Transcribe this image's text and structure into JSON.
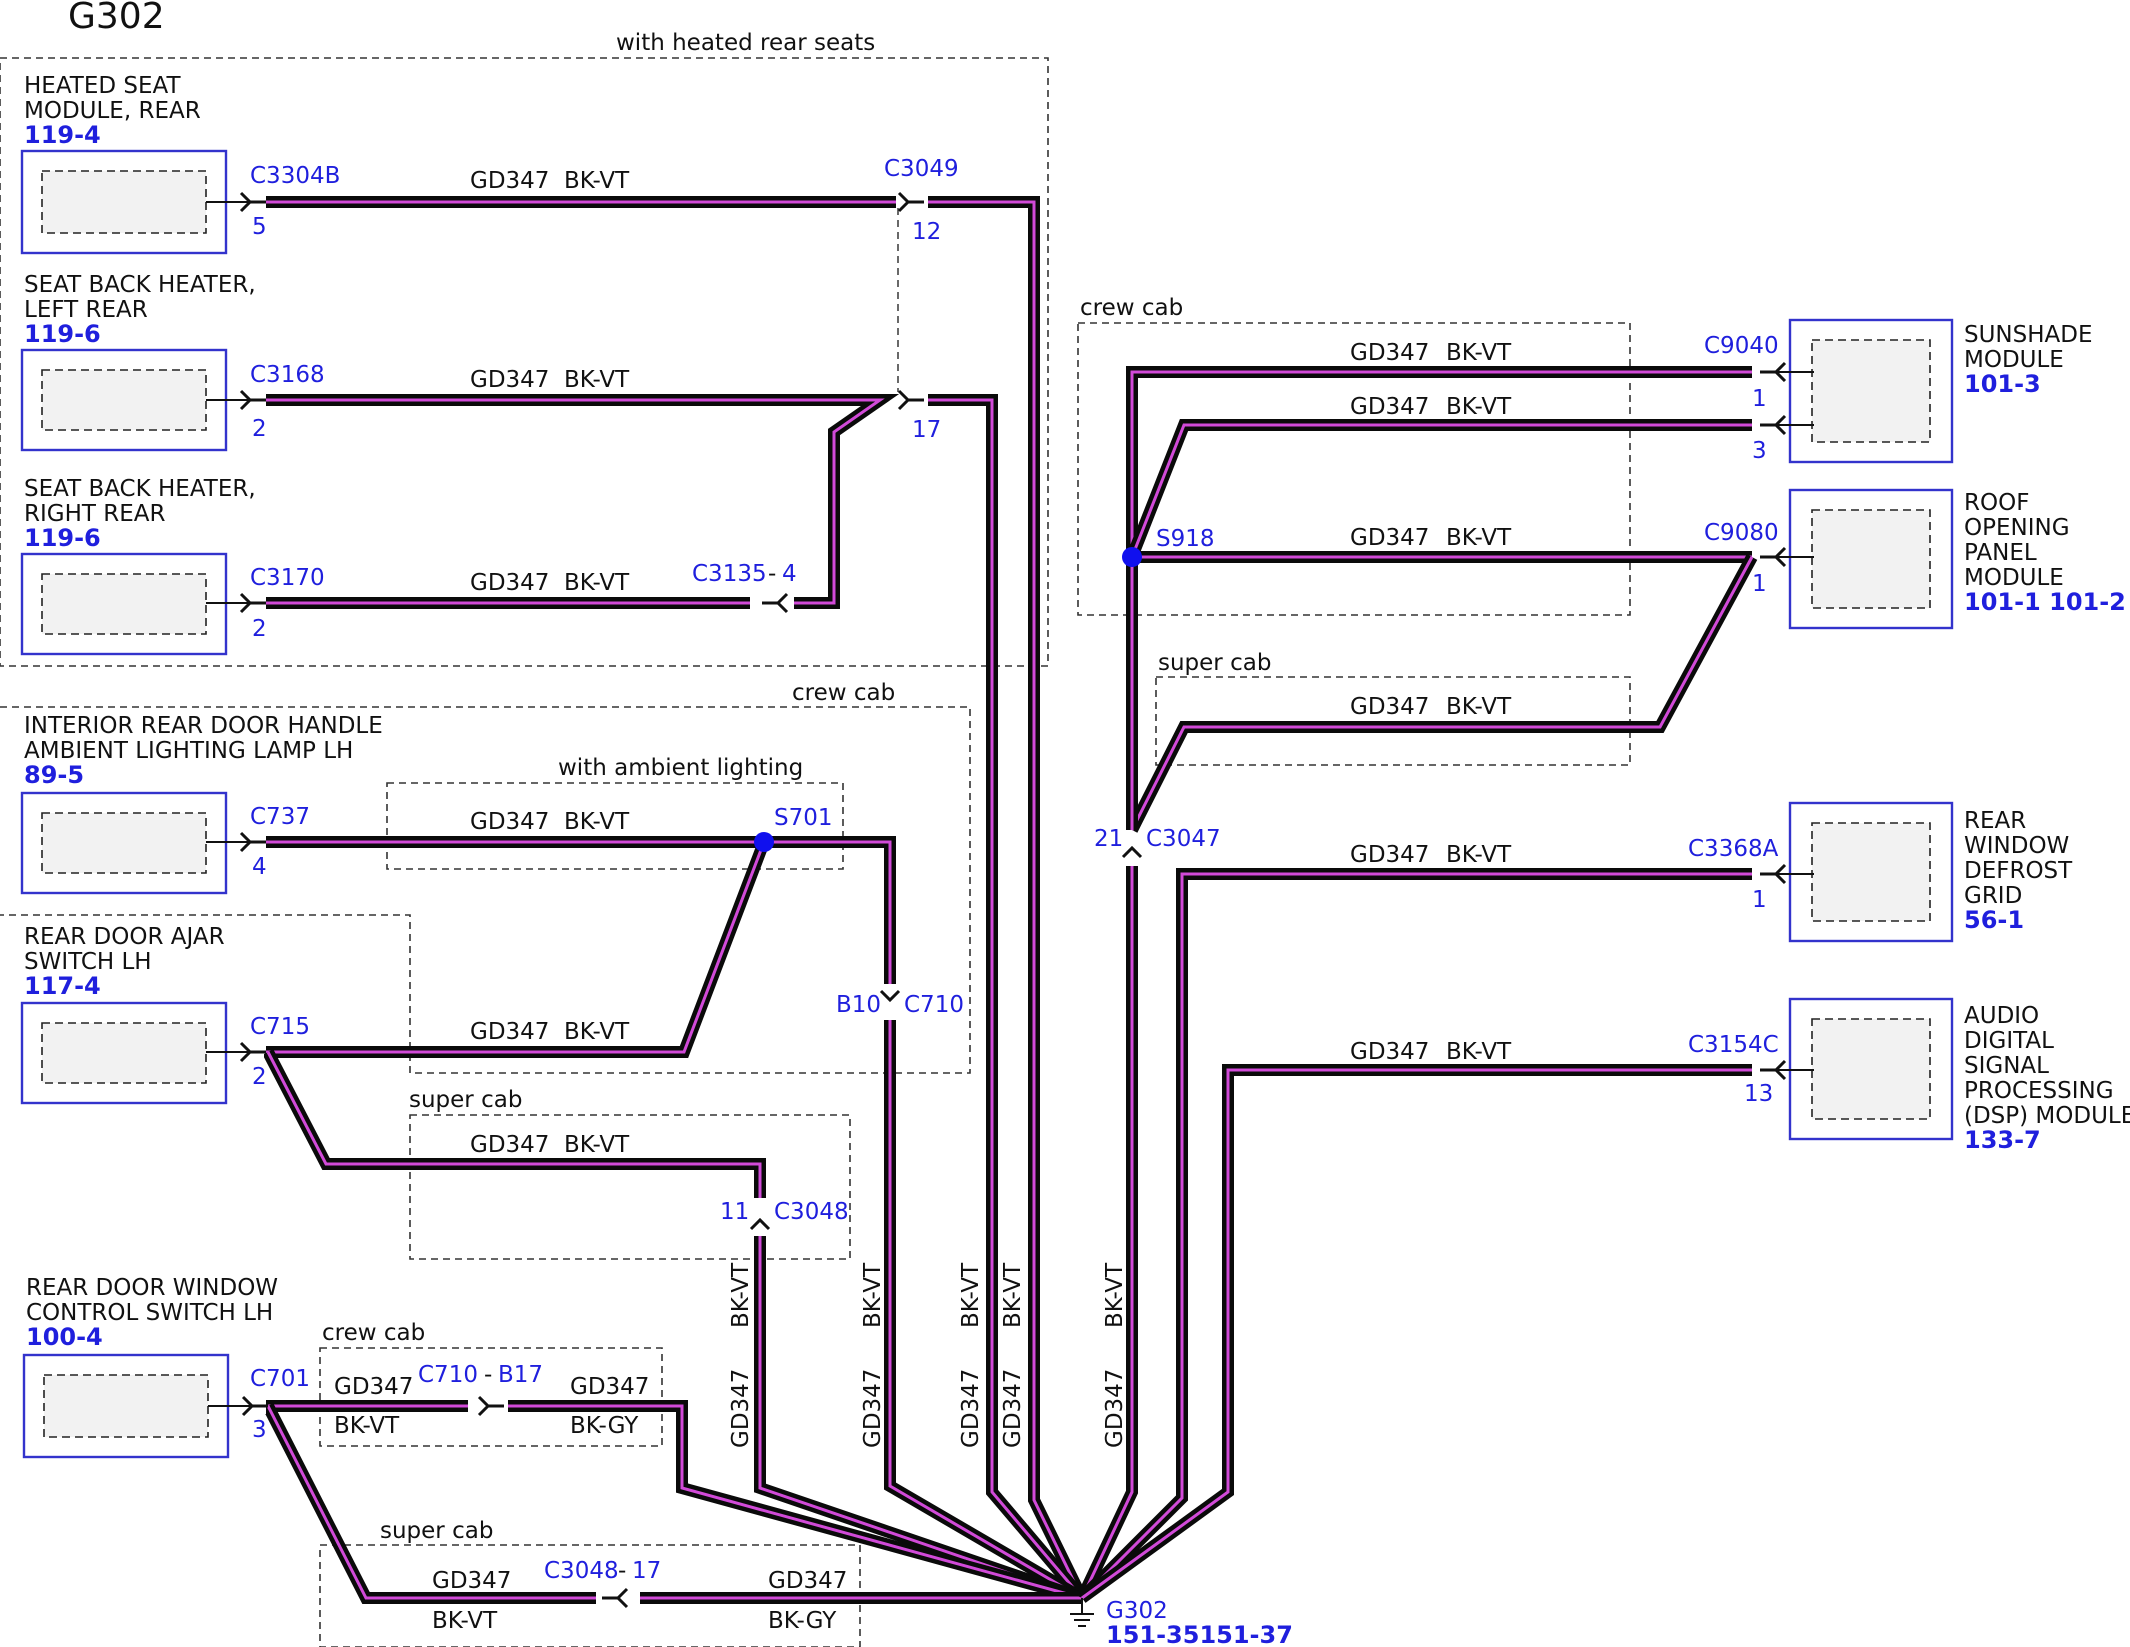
{
  "title": "G302",
  "regions": {
    "heated_rear_seats": "with heated rear seats",
    "crew_cab_upper": "crew cab",
    "crew_cab_left": "crew cab",
    "ambient_lighting": "with ambient lighting",
    "super_cab_right": "super cab",
    "super_cab_left": "super cab",
    "crew_cab_bottom": "crew cab",
    "super_cab_bottom": "super cab"
  },
  "modules": {
    "heated_seat": {
      "line1": "HEATED SEAT",
      "line2": "MODULE, REAR",
      "ref": "119-4"
    },
    "seat_left": {
      "line1": "SEAT BACK HEATER,",
      "line2": "LEFT REAR",
      "ref": "119-6"
    },
    "seat_right": {
      "line1": "SEAT BACK HEATER,",
      "line2": "RIGHT REAR",
      "ref": "119-6"
    },
    "door_handle": {
      "line1": "INTERIOR REAR DOOR HANDLE",
      "line2": "AMBIENT LIGHTING LAMP LH",
      "ref": "89-5"
    },
    "door_ajar": {
      "line1": "REAR DOOR AJAR",
      "line2": "SWITCH LH",
      "ref": "117-4"
    },
    "door_window": {
      "line1": "REAR DOOR WINDOW",
      "line2": "CONTROL SWITCH LH",
      "ref": "100-4"
    },
    "sunshade": {
      "line1": "SUNSHADE",
      "line2": "MODULE",
      "ref": "101-3"
    },
    "roof": {
      "line1": "ROOF",
      "line2": "OPENING",
      "line3": "PANEL",
      "line4": "MODULE",
      "ref": "101-1 101-2"
    },
    "defrost": {
      "line1": "REAR",
      "line2": "WINDOW",
      "line3": "DEFROST",
      "line4": "GRID",
      "ref": "56-1"
    },
    "audio": {
      "line1": "AUDIO",
      "line2": "DIGITAL",
      "line3": "SIGNAL",
      "line4": "PROCESSING",
      "line5": "(DSP) MODULE",
      "ref": "133-7"
    }
  },
  "connectors": {
    "c3304b": "C3304B",
    "c3304b_pin": "5",
    "c3049": "C3049",
    "c3049_pin_a": "12",
    "c3049_pin_b": "17",
    "c3168": "C3168",
    "c3168_pin": "2",
    "c3170": "C3170",
    "c3170_pin": "2",
    "c3135": "C3135",
    "c3135_pin": "4",
    "c737": "C737",
    "c737_pin": "4",
    "c715": "C715",
    "c715_pin": "2",
    "c710": "C710",
    "c710_pin": "B10",
    "c3048": "C3048",
    "c3048_pin": "11",
    "c701": "C701",
    "c701_pin": "3",
    "c710b": "C710",
    "c710b_pin": "B17",
    "c3048b": "C3048",
    "c3048b_pin": "17",
    "c9040": "C9040",
    "c9040_pin_a": "1",
    "c9040_pin_b": "3",
    "c9080": "C9080",
    "c9080_pin": "1",
    "c3047": "C3047",
    "c3047_pin": "21",
    "c3368a": "C3368A",
    "c3368a_pin": "1",
    "c3154c": "C3154C",
    "c3154c_pin": "13"
  },
  "splices": {
    "s918": "S918",
    "s701": "S701"
  },
  "separator": "-",
  "wire": {
    "circuit": "GD347",
    "color": "BK-VT",
    "color_alt": "BK-GY"
  },
  "ground": {
    "name": "G302",
    "ref": "151-35151-37"
  },
  "colors": {
    "wire_core": "#0a0a0a",
    "wire_stripe": "#d14ad8",
    "connector_label": "#1f1fdd",
    "module_border": "#3333cc",
    "splice": "#1010ee"
  }
}
